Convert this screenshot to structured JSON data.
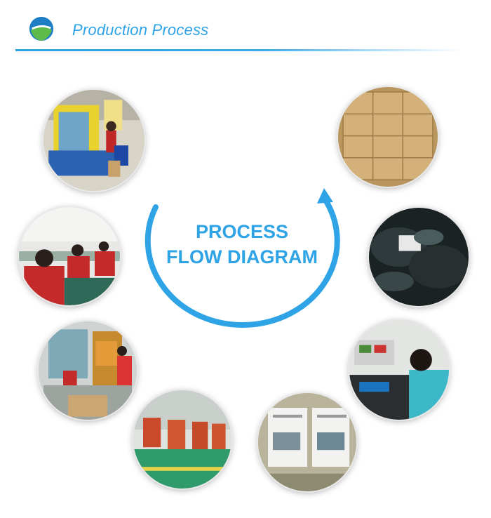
{
  "header": {
    "title": "Production Process"
  },
  "diagram": {
    "line1": "PROCESS",
    "line2": "FLOW DIAGRAM"
  },
  "colors": {
    "accent": "#2ea3e6"
  },
  "photos": [
    "injection-molding-machine",
    "assembly-line-workers",
    "machine-shop-workers",
    "factory-floor",
    "work-instruction-board",
    "worker-testing-station",
    "bagged-products",
    "packed-cartons"
  ]
}
